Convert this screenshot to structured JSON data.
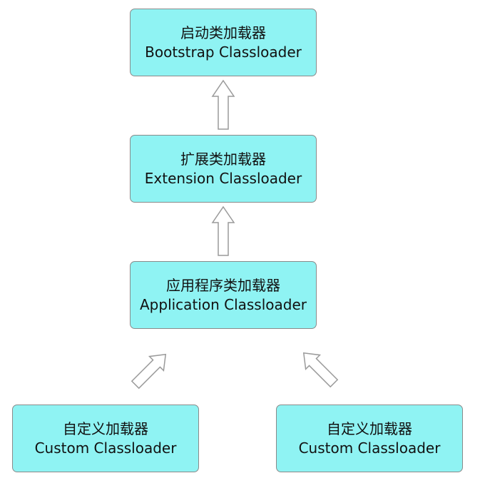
{
  "diagram": {
    "nodes": [
      {
        "id": "bootstrap",
        "title_zh": "启动类加载器",
        "title_en": "Bootstrap Classloader"
      },
      {
        "id": "extension",
        "title_zh": "扩展类加载器",
        "title_en": "Extension Classloader"
      },
      {
        "id": "application",
        "title_zh": "应用程序类加载器",
        "title_en": "Application Classloader"
      },
      {
        "id": "custom_left",
        "title_zh": "自定义加载器",
        "title_en": "Custom Classloader"
      },
      {
        "id": "custom_right",
        "title_zh": "自定义加载器",
        "title_en": "Custom Classloader"
      }
    ],
    "edges": [
      {
        "from": "extension",
        "to": "bootstrap"
      },
      {
        "from": "application",
        "to": "extension"
      },
      {
        "from": "custom_left",
        "to": "application"
      },
      {
        "from": "custom_right",
        "to": "application"
      }
    ],
    "colors": {
      "node_fill": "#8ff3f3",
      "node_border": "#8a8a8a",
      "arrow_fill": "#ffffff",
      "arrow_stroke": "#9a9a9a"
    }
  }
}
